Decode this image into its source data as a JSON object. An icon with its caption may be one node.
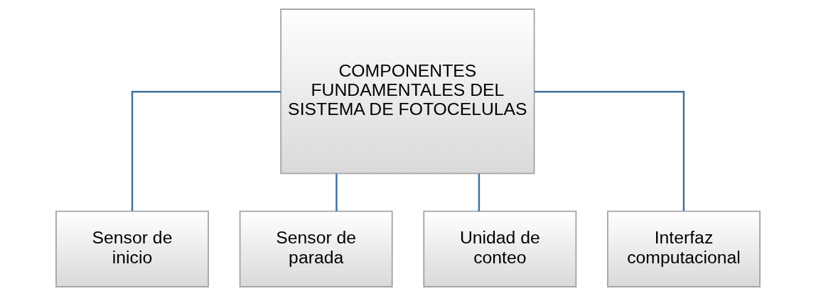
{
  "diagram": {
    "nodes": [
      {
        "text": [
          "COMPONENTES FUNDAMENTALES DEL SISTEMA DE FOTOCELULAS"
        ]
      },
      {
        "text": [
          "Sensor de inicio"
        ]
      },
      {
        "text": [
          "Sensor de parada"
        ]
      },
      {
        "text": [
          "Unidad de conteo"
        ]
      },
      {
        "text": [
          "Interfaz computacional"
        ]
      }
    ],
    "edges": [
      {
        "from": 0,
        "to": 1,
        "arrow": "none"
      },
      {
        "from": 0,
        "to": 2,
        "arrow": "none"
      },
      {
        "from": 0,
        "to": 3,
        "arrow": "none"
      },
      {
        "from": 0,
        "to": 4,
        "arrow": "none"
      }
    ]
  }
}
